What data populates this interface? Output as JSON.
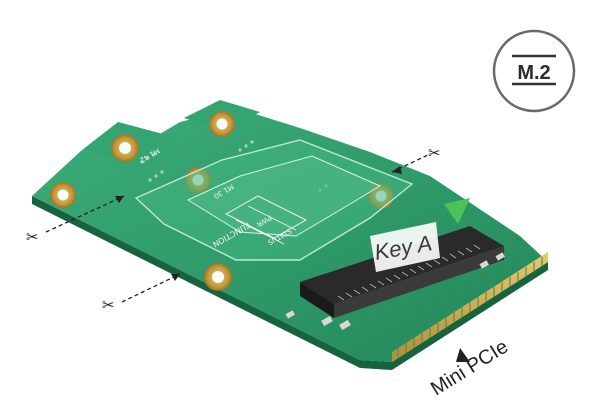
{
  "badge": {
    "label": "M.2"
  },
  "silkscreen": {
    "function": "FUNCTION",
    "pwr": "PWR",
    "status": "STATUS",
    "hole_label_1": "M1 42",
    "hole_label_2": "M1 30"
  },
  "key_label": "Key A",
  "interface_label": "Mini PCIe",
  "icons": [
    "scissors-icon",
    "arrow-icon",
    "key-marker-icon"
  ],
  "colors": {
    "pcb": "#2e9d6a",
    "pcb_dark": "#1f7c52",
    "pad_gold": "#d6a94a",
    "connector": "#2a2a2a",
    "key_marker": "#4ec257"
  }
}
